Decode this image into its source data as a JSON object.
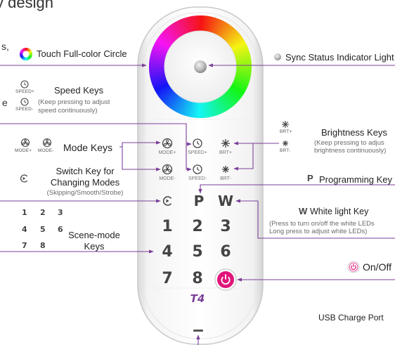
{
  "header_fragments": {
    "top": "y design",
    "left_a": "s,",
    "left_b": "e"
  },
  "remote": {
    "keys": {
      "mode_plus": "MODE+",
      "mode_minus": "MODE-",
      "speed_plus": "SPEED+",
      "speed_minus": "SPEED-",
      "brt_plus": "BRT+",
      "brt_minus": "BRT-",
      "programming": "P",
      "white": "W",
      "digits": [
        "1",
        "2",
        "3",
        "4",
        "5",
        "6",
        "7",
        "8"
      ],
      "model": "T4"
    }
  },
  "callouts": {
    "touch_circle": "Touch Full-color Circle",
    "sync_light": "Sync Status Indicator Light",
    "speed": {
      "title": "Speed Keys",
      "note_1": "(Keep pressing to adjust",
      "note_2": "speed continuously)",
      "icon_plus": "SPEED+",
      "icon_minus": "SPEED-"
    },
    "brightness": {
      "title": "Brightness Keys",
      "note_1": "(Keep pressing to adjus",
      "note_2": "brightness continuously)",
      "icon_plus": "BRT+",
      "icon_minus": "BRT-"
    },
    "mode": {
      "title": "Mode Keys",
      "icon_plus": "MODE+",
      "icon_minus": "MODE-"
    },
    "switch": {
      "title_1": "Switch Key for",
      "title_2": "Changing Modes",
      "note": "(Skipping/Smooth/Strobe)"
    },
    "programming": {
      "letter": "P",
      "title": "Programming Key"
    },
    "white": {
      "letter": "W",
      "title": "White light Key",
      "note_1": "(Press to turn on/off the white LEDs",
      "note_2": "Long press to adjust white LEDs)"
    },
    "scene": {
      "title_1": "Scene-mode",
      "title_2": "Keys",
      "digits": [
        "1",
        "2",
        "3",
        "4",
        "5",
        "6",
        "7",
        "8"
      ]
    },
    "onoff": "On/Off",
    "usb": "USB Charge Port"
  },
  "colors": {
    "arrow": "#7b3f98",
    "power": "#e0157a"
  }
}
